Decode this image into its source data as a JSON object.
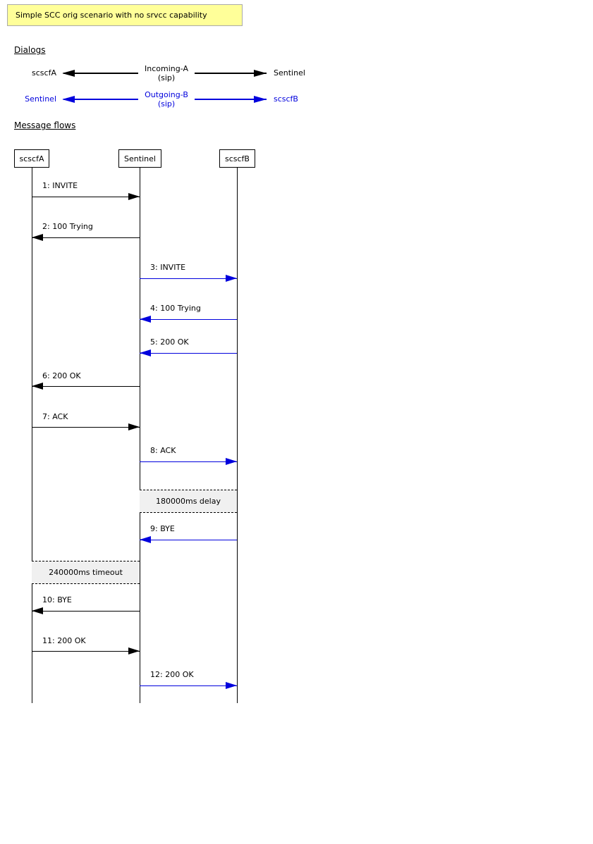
{
  "title": "Simple SCC orig scenario with no srvcc capability",
  "colors": {
    "black": "#000000",
    "blue": "#0000DD",
    "title_bg": "#FFFF99",
    "title_border": "#AAAAAA",
    "note_bg": "#F0F0F0"
  },
  "dialogs": {
    "heading": "Dialogs",
    "items": [
      {
        "left": "scscfA",
        "name": "Incoming-A",
        "protocol": "(sip)",
        "right": "Sentinel",
        "color": "black"
      },
      {
        "left": "Sentinel",
        "name": "Outgoing-B",
        "protocol": "(sip)",
        "right": "scscfB",
        "color": "blue"
      }
    ]
  },
  "flows": {
    "heading": "Message flows",
    "participants": [
      {
        "label": "scscfA"
      },
      {
        "label": "Sentinel"
      },
      {
        "label": "scscfB"
      }
    ],
    "messages": [
      {
        "text": "1: INVITE",
        "from": "scscfA",
        "to": "Sentinel",
        "color": "black"
      },
      {
        "text": "2: 100 Trying",
        "from": "Sentinel",
        "to": "scscfA",
        "color": "black"
      },
      {
        "text": "3: INVITE",
        "from": "Sentinel",
        "to": "scscfB",
        "color": "blue"
      },
      {
        "text": "4: 100 Trying",
        "from": "scscfB",
        "to": "Sentinel",
        "color": "blue"
      },
      {
        "text": "5: 200 OK",
        "from": "scscfB",
        "to": "Sentinel",
        "color": "blue"
      },
      {
        "text": "6: 200 OK",
        "from": "Sentinel",
        "to": "scscfA",
        "color": "black"
      },
      {
        "text": "7: ACK",
        "from": "scscfA",
        "to": "Sentinel",
        "color": "black"
      },
      {
        "text": "8: ACK",
        "from": "Sentinel",
        "to": "scscfB",
        "color": "blue"
      },
      {
        "text": "9: BYE",
        "from": "scscfB",
        "to": "Sentinel",
        "color": "blue"
      },
      {
        "text": "10: BYE",
        "from": "Sentinel",
        "to": "scscfA",
        "color": "black"
      },
      {
        "text": "11: 200 OK",
        "from": "scscfA",
        "to": "Sentinel",
        "color": "black"
      },
      {
        "text": "12: 200 OK",
        "from": "Sentinel",
        "to": "scscfB",
        "color": "blue"
      }
    ],
    "notes": [
      {
        "text": "180000ms delay",
        "between": [
          "Sentinel",
          "scscfB"
        ]
      },
      {
        "text": "240000ms timeout",
        "between": [
          "scscfA",
          "Sentinel"
        ]
      }
    ]
  }
}
